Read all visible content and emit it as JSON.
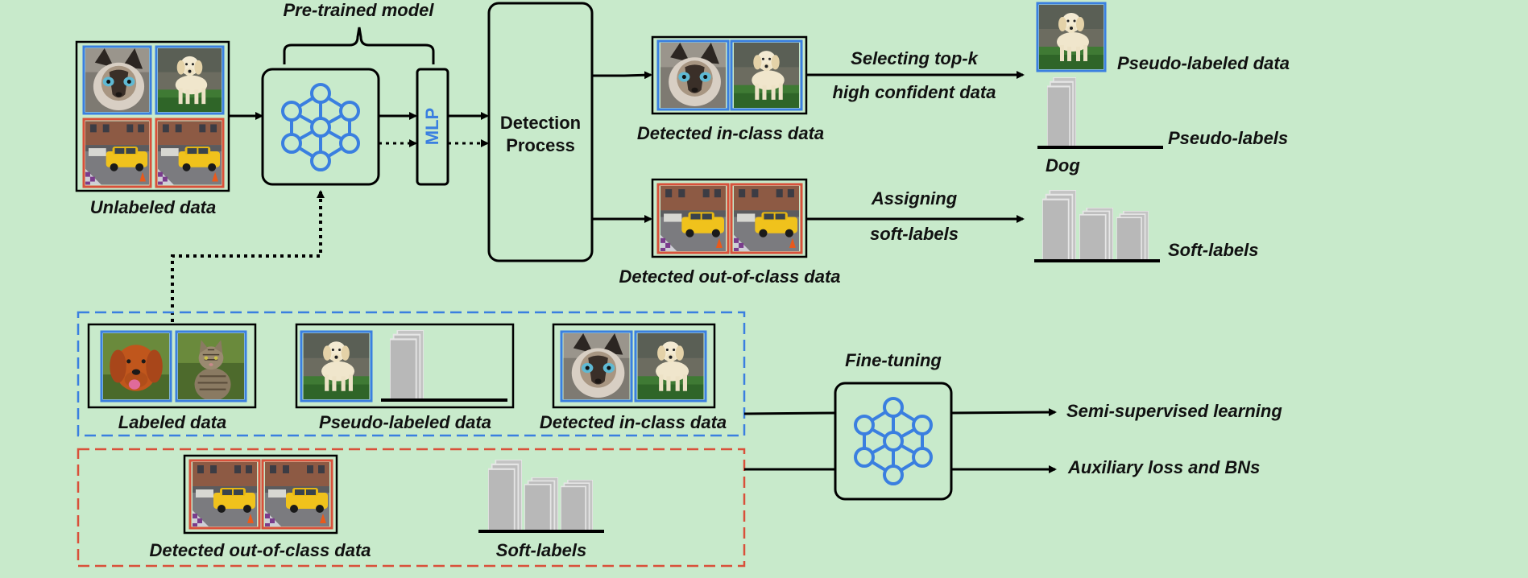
{
  "colors": {
    "background": "#c8eacb",
    "in_class_border": "#3a7fe0",
    "out_class_border": "#d9503a",
    "network": "#3a7fe0",
    "bar": "#bdbdbd"
  },
  "labels": {
    "pretrained_model": "Pre-trained model",
    "unlabeled_data": "Unlabeled data",
    "mlp": "MLP",
    "detection_process": "Detection Process",
    "detected_in_class": "Detected in-class data",
    "detected_out_class": "Detected out-of-class data",
    "selecting_line1": "Selecting top-k",
    "selecting_line2": "high confident data",
    "assigning_line1": "Assigning",
    "assigning_line2": "soft-labels",
    "pseudo_labeled_data": "Pseudo-labeled data",
    "pseudo_labels": "Pseudo-labels",
    "dog": "Dog",
    "soft_labels": "Soft-labels",
    "labeled_data": "Labeled data",
    "bottom_pseudo_labeled": "Pseudo-labeled data",
    "bottom_detected_in_class": "Detected in-class data",
    "bottom_detected_out_class": "Detected out-of-class data",
    "bottom_soft_labels": "Soft-labels",
    "fine_tuning": "Fine-tuning",
    "semi_supervised": "Semi-supervised learning",
    "auxiliary": "Auxiliary loss and BNs"
  },
  "icons": [
    "cat-photo",
    "dog-photo",
    "taxi-street-photo",
    "golden-retriever-photo",
    "tabby-cat-photo",
    "neural-network-icon"
  ]
}
